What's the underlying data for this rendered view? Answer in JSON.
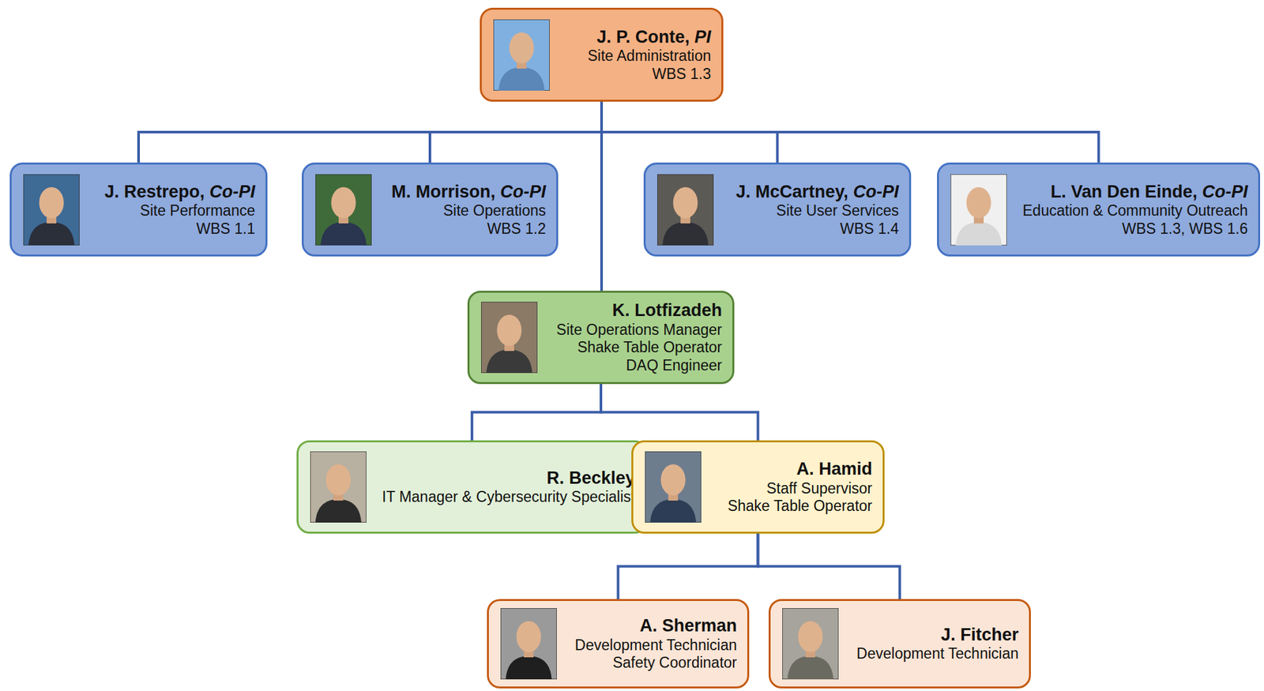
{
  "diagram": {
    "nodes": [
      {
        "text": [
          "J. P. Conte, PI",
          "Site Administration",
          "WBS 1.3"
        ]
      },
      {
        "text": [
          "J. Restrepo, Co-PI",
          "Site Performance",
          "WBS 1.1"
        ]
      },
      {
        "text": [
          "M. Morrison, Co-PI",
          "Site Operations",
          "WBS 1.2"
        ]
      },
      {
        "text": [
          "J. McCartney, Co-PI",
          "Site User Services",
          "WBS 1.4"
        ]
      },
      {
        "text": [
          "L. Van Den Einde, Co-PI",
          "Education & Community Outreach",
          "WBS 1.3, WBS 1.6"
        ]
      },
      {
        "text": [
          "K. Lotfizadeh",
          "Site Operations Manager",
          "Shake Table Operator",
          "DAQ Engineer"
        ]
      },
      {
        "text": [
          "R. Beckley",
          "IT Manager & Cybersecurity Specialist"
        ]
      },
      {
        "text": [
          "A. Hamid",
          "Staff Supervisor",
          "Shake Table Operator"
        ]
      },
      {
        "text": [
          "A. Sherman",
          "Development Technician",
          "Safety Coordinator"
        ]
      },
      {
        "text": [
          "J. Fitcher",
          "Development Technician"
        ]
      }
    ],
    "edges": [
      {
        "from": 0,
        "to": 1,
        "arrow": "none"
      },
      {
        "from": 0,
        "to": 2,
        "arrow": "none"
      },
      {
        "from": 0,
        "to": 3,
        "arrow": "none"
      },
      {
        "from": 0,
        "to": 4,
        "arrow": "none"
      },
      {
        "from": 0,
        "to": 5,
        "arrow": "none"
      },
      {
        "from": 5,
        "to": 6,
        "arrow": "none"
      },
      {
        "from": 5,
        "to": 7,
        "arrow": "none"
      },
      {
        "from": 7,
        "to": 8,
        "arrow": "none"
      },
      {
        "from": 7,
        "to": 9,
        "arrow": "none"
      }
    ]
  }
}
